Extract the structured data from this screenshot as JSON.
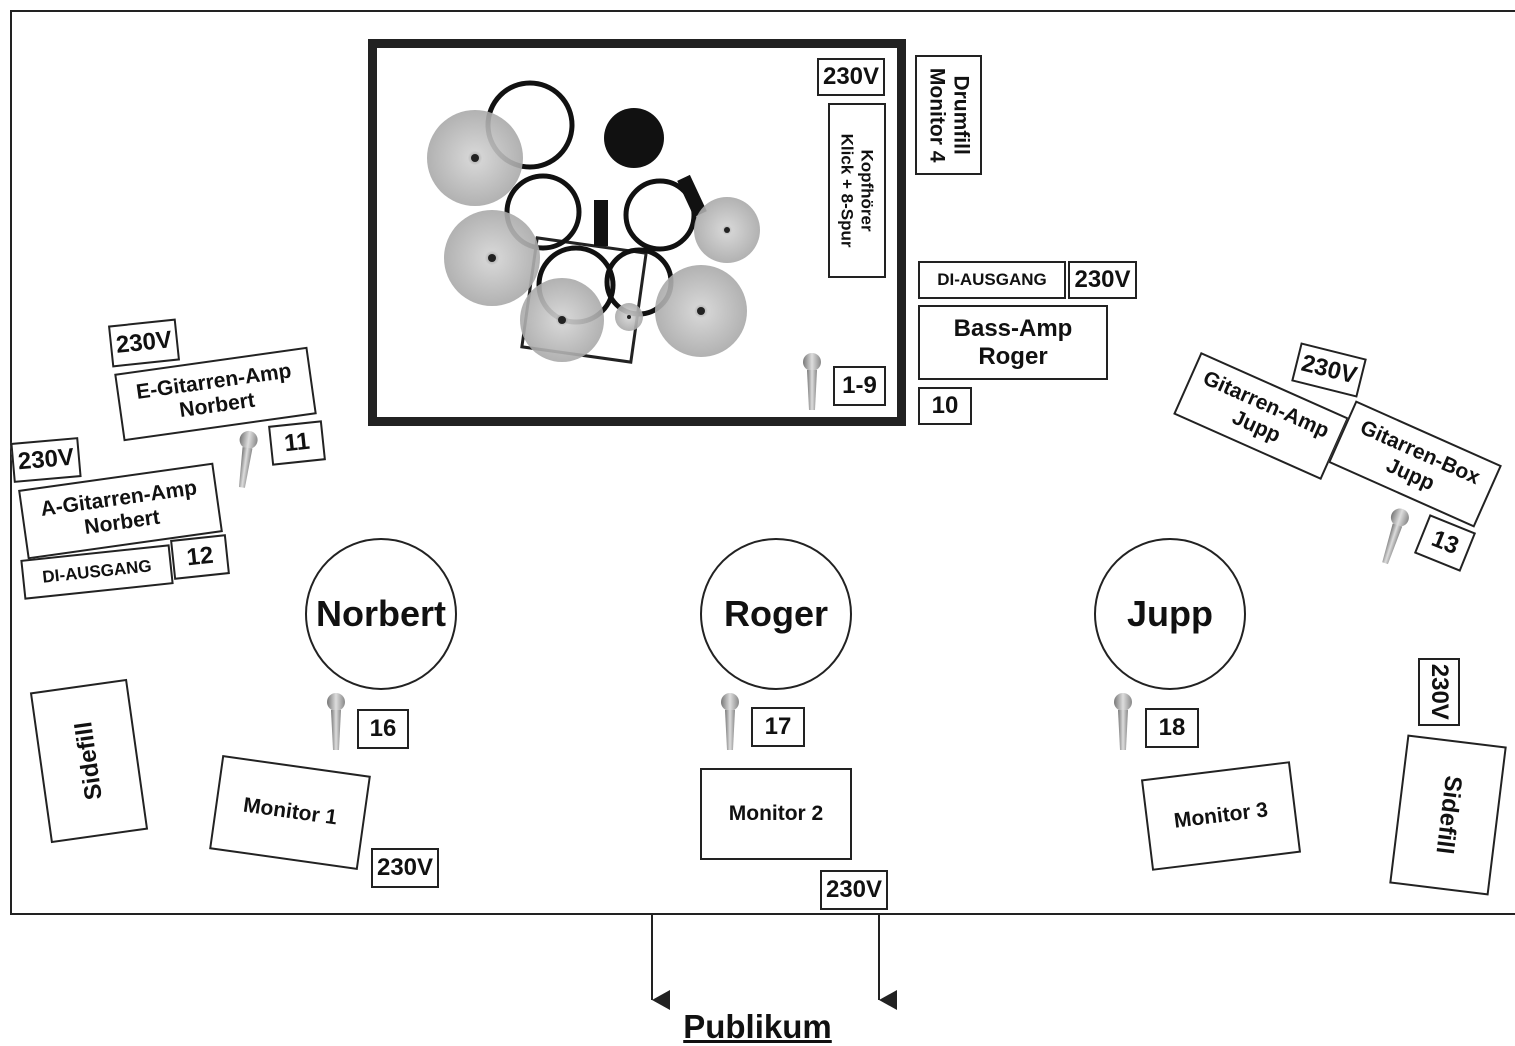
{
  "drum_riser": {
    "power": "230V",
    "headphones": "Kopfhörer\nKlick + 8-Spur",
    "channels": "1-9"
  },
  "drumfill": {
    "label": "Drumfill\nMonitor 4"
  },
  "bass": {
    "di": "DI-AUSGANG",
    "power": "230V",
    "amp": "Bass-Amp\nRoger",
    "channel": "10"
  },
  "norbert_egit": {
    "power": "230V",
    "amp": "E-Gitarren-Amp\nNorbert",
    "channel": "11"
  },
  "norbert_agit": {
    "power": "230V",
    "amp": "A-Gitarren-Amp\nNorbert",
    "di": "DI-AUSGANG",
    "channel": "12"
  },
  "jupp_git": {
    "power": "230V",
    "amp": "Gitarren-Amp\nJupp",
    "box": "Gitarren-Box\nJupp",
    "channel": "13"
  },
  "players": [
    {
      "name": "Norbert",
      "channel": "16",
      "monitor": "Monitor 1",
      "power": "230V"
    },
    {
      "name": "Roger",
      "channel": "17",
      "monitor": "Monitor 2",
      "power": "230V"
    },
    {
      "name": "Jupp",
      "channel": "18",
      "monitor": "Monitor 3"
    }
  ],
  "sidefill_left": "Sidefill",
  "sidefill_right": "Sidefill",
  "sidefill_right_power": "230V",
  "audience": "Publikum",
  "icons": {
    "mic": "microphone-icon",
    "cymbal": "cymbal-icon",
    "drum": "drum-icon"
  }
}
